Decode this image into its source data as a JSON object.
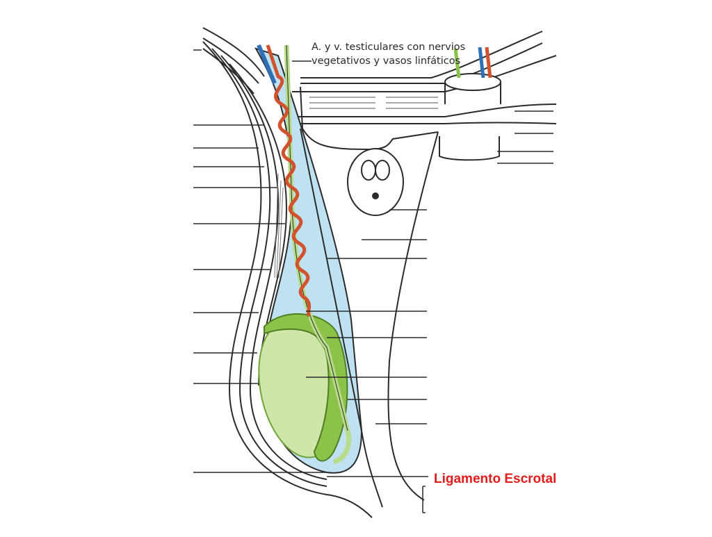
{
  "diagram": {
    "caption_line1": "A. y v. testiculares con nervios",
    "caption_line2": "vegetativos y vasos linfáticos",
    "highlight_label": "Ligamento Escrotal",
    "colors": {
      "highlight_text": "#e31b1b",
      "cavity_fluid": "#bfe2f2",
      "testis": "#cfe6a8",
      "epididymis": "#8cc24a",
      "duct": "#b9dc8a",
      "artery": "#d2522e",
      "vein_blue": "#2f6fb5",
      "outline": "#2a2a2a"
    }
  }
}
